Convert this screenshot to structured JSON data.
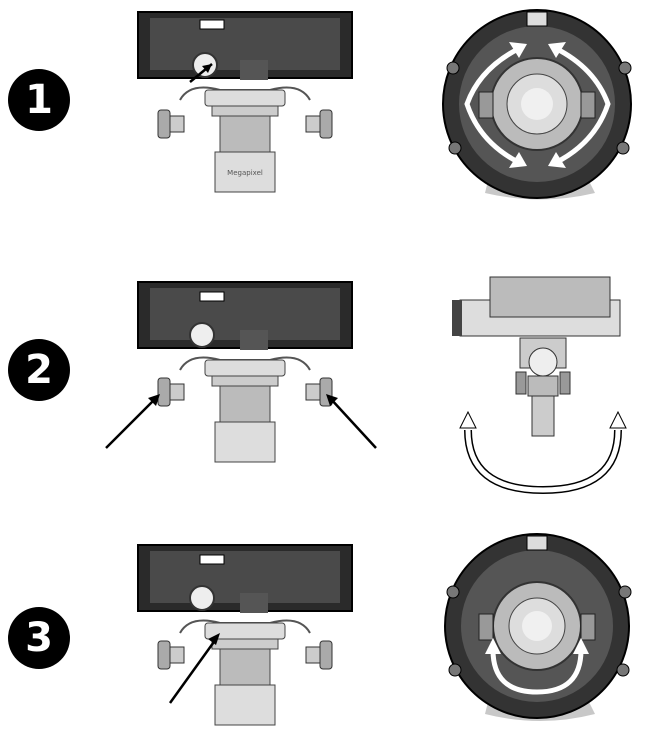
{
  "steps": [
    {
      "number": "1"
    },
    {
      "number": "2"
    },
    {
      "number": "3"
    }
  ],
  "lens_label": "Megapixel"
}
